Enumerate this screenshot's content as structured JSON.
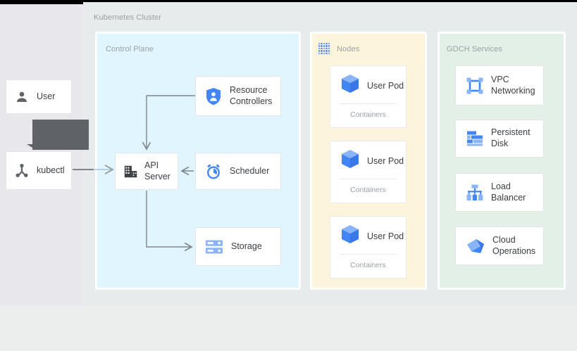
{
  "diagram": {
    "title": "Kubernetes Cluster",
    "groups": {
      "control_plane": {
        "title": "Control Plane"
      },
      "nodes": {
        "title": "Nodes",
        "icon": "node-grid-icon"
      },
      "gdch": {
        "title": "GDCH Services"
      }
    },
    "external": [
      {
        "id": "user",
        "label": "User",
        "icon": "person-icon"
      },
      {
        "id": "kubectl",
        "label": "kubectl",
        "icon": "kubectl-icon"
      }
    ],
    "control_plane_nodes": [
      {
        "id": "resource-controllers",
        "label": "Resource Controllers",
        "icon": "shield-person-icon"
      },
      {
        "id": "api-server",
        "label": "API Server",
        "icon": "building-icon"
      },
      {
        "id": "scheduler",
        "label": "Scheduler",
        "icon": "alarm-clock-icon"
      },
      {
        "id": "storage",
        "label": "Storage",
        "icon": "server-rack-icon"
      }
    ],
    "pods": [
      {
        "label": "User Pod",
        "sublabel": "Containers",
        "icon": "cube-icon"
      },
      {
        "label": "User Pod",
        "sublabel": "Containers",
        "icon": "cube-icon"
      },
      {
        "label": "User Pod",
        "sublabel": "Containers",
        "icon": "cube-icon"
      }
    ],
    "gdch_services": [
      {
        "label": "VPC Networking",
        "icon": "vpc-network-icon"
      },
      {
        "label": "Persistent Disk",
        "icon": "persistent-disk-icon"
      },
      {
        "label": "Load Balancer",
        "icon": "load-balancer-icon"
      },
      {
        "label": "Cloud Operations",
        "icon": "cloud-operations-icon"
      }
    ],
    "tooltip": {
      "text": ""
    },
    "colors": {
      "control_plane_bg": "#e1f5fe",
      "nodes_bg": "#fdf4dc",
      "gdch_bg": "#e3f0e7",
      "cluster_bg": "#e8ebec",
      "accent_blue": "#4285f4",
      "label_gray": "#9aa0a6",
      "text_dark": "#3c4043",
      "connector": "#80868b",
      "tooltip_bg": "#5f6368"
    },
    "connections": [
      {
        "from": "kubectl",
        "to": "api-server"
      },
      {
        "from": "resource-controllers",
        "to": "api-server"
      },
      {
        "from": "scheduler",
        "to": "api-server"
      },
      {
        "from": "api-server",
        "to": "storage"
      }
    ]
  }
}
